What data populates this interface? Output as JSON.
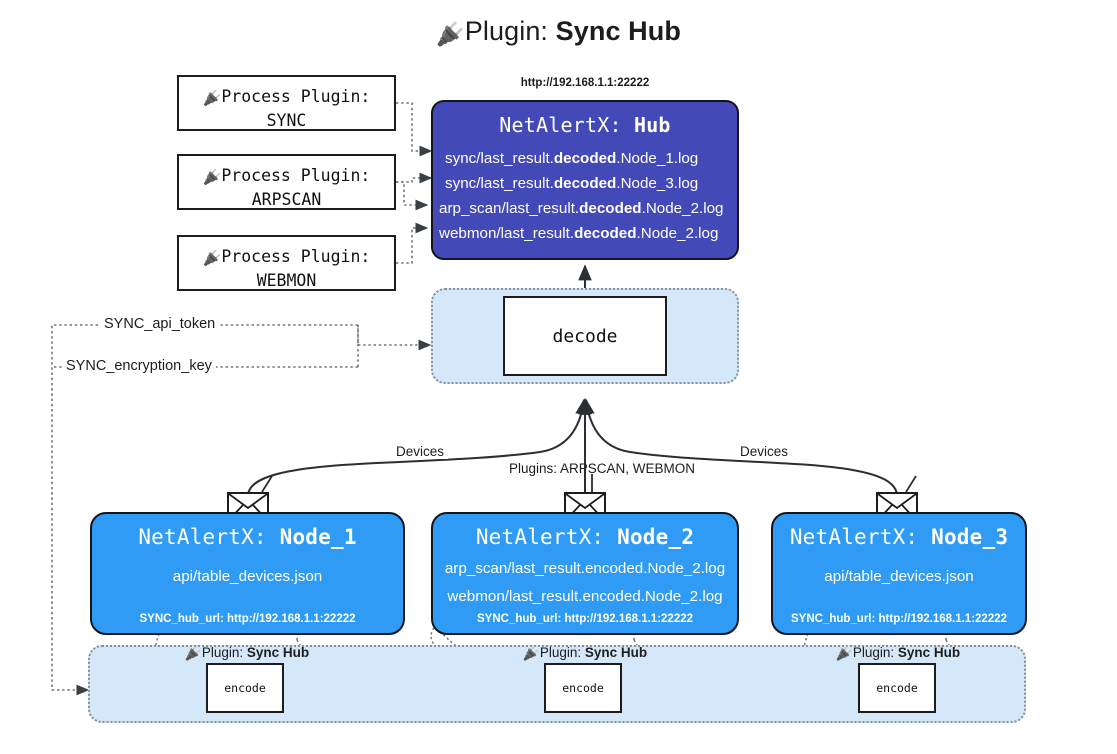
{
  "header": {
    "icon": "plug-icon",
    "prefix": "Plugin: ",
    "name": "Sync Hub"
  },
  "process_plugins": [
    {
      "icon": "plug-icon",
      "line1": "Process Plugin:",
      "line2": "SYNC"
    },
    {
      "icon": "plug-icon",
      "line1": "Process Plugin:",
      "line2": "ARPSCAN"
    },
    {
      "icon": "plug-icon",
      "line1": "Process Plugin:",
      "line2": "WEBMON"
    }
  ],
  "hub": {
    "url": "http://192.168.1.1:22222",
    "title_prefix": "NetAlertX: ",
    "title_name": "Hub",
    "logs": [
      {
        "pre": "sync/last_result.",
        "em": "decoded",
        "post": ".Node_1.log"
      },
      {
        "pre": "sync/last_result.",
        "em": "decoded",
        "post": ".Node_3.log"
      },
      {
        "pre": "arp_scan/last_result.",
        "em": "decoded",
        "post": ".Node_2.log"
      },
      {
        "pre": "webmon/last_result.",
        "em": "decoded",
        "post": ".Node_2.log"
      }
    ]
  },
  "decode": {
    "label": "decode"
  },
  "tokens": {
    "api_token": "SYNC_api_token",
    "encryption_key": "SYNC_encryption_key"
  },
  "edge_labels": {
    "left_devices": "Devices",
    "center_plugins": "Plugins: ARPSCAN, WEBMON",
    "right_devices": "Devices"
  },
  "nodes": [
    {
      "title_prefix": "NetAlertX: ",
      "title_name": "Node_1",
      "lines": [
        "api/table_devices.json"
      ],
      "footer": "SYNC_hub_url: http://192.168.1.1:22222",
      "icon": "envelope-icon"
    },
    {
      "title_prefix": "NetAlertX: ",
      "title_name": "Node_2",
      "lines": [
        "arp_scan/last_result.encoded.Node_2.log",
        "webmon/last_result.encoded.Node_2.log"
      ],
      "footer": "SYNC_hub_url: http://192.168.1.1:22222",
      "icon": "envelope-icon"
    },
    {
      "title_prefix": "NetAlertX: ",
      "title_name": "Node_3",
      "lines": [
        "api/table_devices.json"
      ],
      "footer": "SYNC_hub_url: http://192.168.1.1:22222",
      "icon": "envelope-icon"
    }
  ],
  "encoders": [
    {
      "plugin_prefix": "Plugin: ",
      "plugin_name": "Sync Hub",
      "label": "encode",
      "icon": "plug-icon"
    },
    {
      "plugin_prefix": "Plugin: ",
      "plugin_name": "Sync Hub",
      "label": "encode",
      "icon": "plug-icon"
    },
    {
      "plugin_prefix": "Plugin: ",
      "plugin_name": "Sync Hub",
      "label": "encode",
      "icon": "plug-icon"
    }
  ],
  "colors": {
    "hub_fill": "#4449b8",
    "node_fill": "#2f9bf5",
    "container_fill": "#d4e8fa",
    "stroke": "#1d1d1d",
    "dotted_stroke": "#6f7479"
  }
}
